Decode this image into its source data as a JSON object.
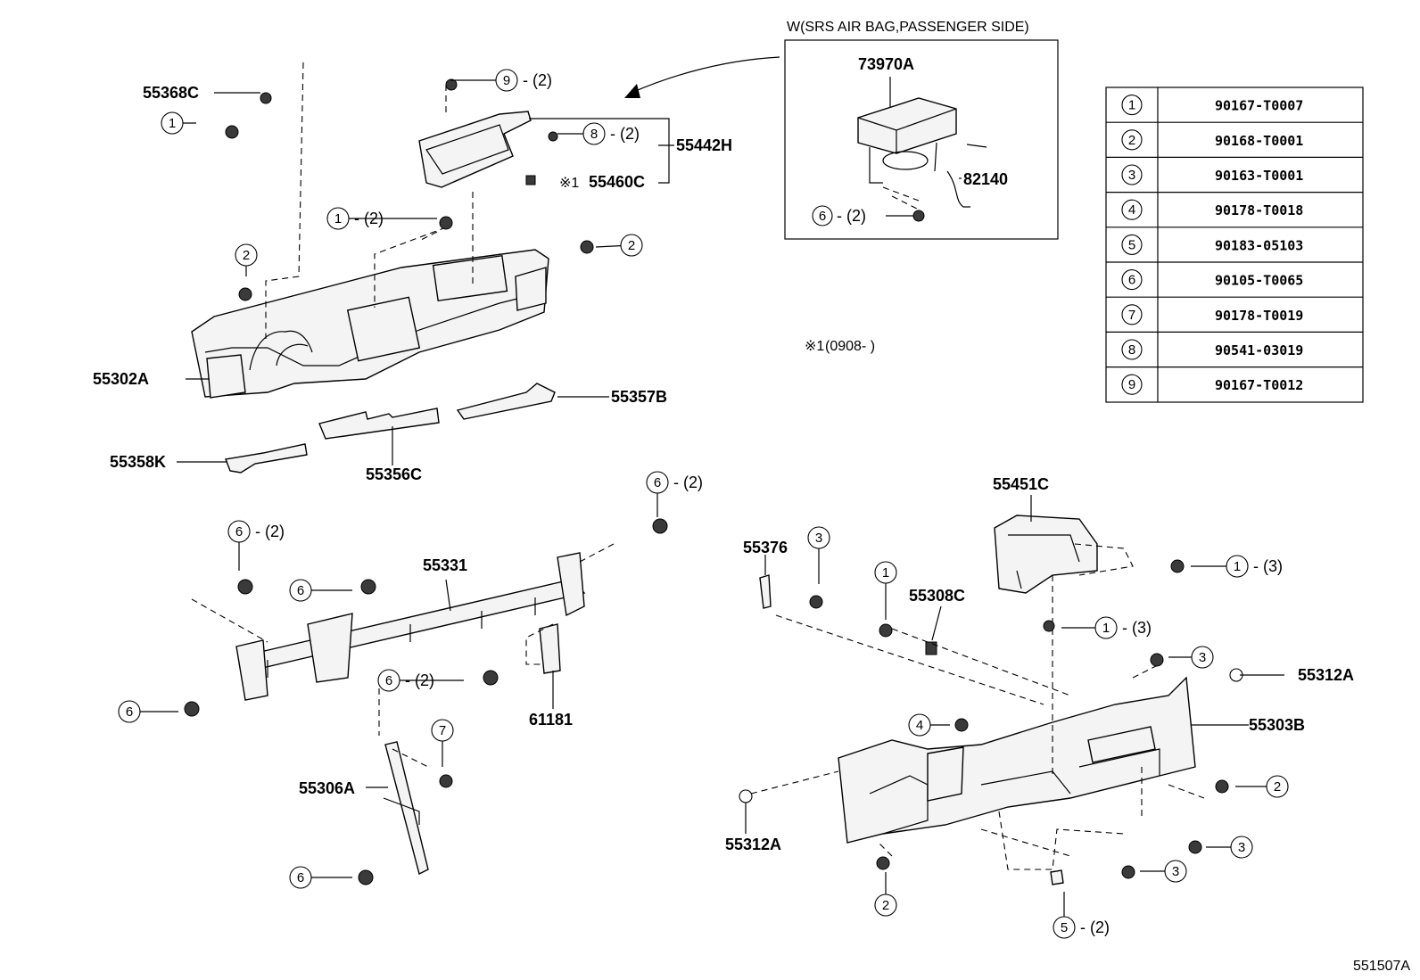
{
  "diagram_code": "551507A",
  "inset": {
    "title": "W(SRS AIR BAG,PASSENGER SIDE)",
    "parts": [
      "73970A",
      "82140"
    ],
    "callout": {
      "num": "6",
      "qty": "- (2)"
    }
  },
  "note": {
    "symbol": "※1",
    "text": "(0908-      )"
  },
  "legend": [
    {
      "num": "1",
      "part": "90167-T0007"
    },
    {
      "num": "2",
      "part": "90168-T0001"
    },
    {
      "num": "3",
      "part": "90163-T0001"
    },
    {
      "num": "4",
      "part": "90178-T0018"
    },
    {
      "num": "5",
      "part": "90183-05103"
    },
    {
      "num": "6",
      "part": "90105-T0065"
    },
    {
      "num": "7",
      "part": "90178-T0019"
    },
    {
      "num": "8",
      "part": "90541-03019"
    },
    {
      "num": "9",
      "part": "90167-T0012"
    }
  ],
  "part_labels": {
    "p55368C": "55368C",
    "p55442H": "55442H",
    "p55460C": "55460C",
    "mark_x1": "※1",
    "p55302A": "55302A",
    "p55357B": "55357B",
    "p55358K": "55358K",
    "p55356C": "55356C",
    "p55331": "55331",
    "p61181": "61181",
    "p55306A": "55306A",
    "p55451C": "55451C",
    "p55376": "55376",
    "p55308C": "55308C",
    "p55312A_right": "55312A",
    "p55303B": "55303B",
    "p55312A_left": "55312A"
  },
  "callouts": [
    {
      "id": "c1",
      "num": "1",
      "qty": ""
    },
    {
      "id": "c2",
      "num": "9",
      "qty": "- (2)"
    },
    {
      "id": "c3",
      "num": "8",
      "qty": "- (2)"
    },
    {
      "id": "c4",
      "num": "1",
      "qty": "- (2)"
    },
    {
      "id": "c5",
      "num": "2",
      "qty": ""
    },
    {
      "id": "c6",
      "num": "2",
      "qty": ""
    },
    {
      "id": "c7",
      "num": "6",
      "qty": "- (2)"
    },
    {
      "id": "c8",
      "num": "6",
      "qty": "- (2)"
    },
    {
      "id": "c9",
      "num": "6",
      "qty": ""
    },
    {
      "id": "c10",
      "num": "6",
      "qty": "- (2)"
    },
    {
      "id": "c11",
      "num": "6",
      "qty": ""
    },
    {
      "id": "c12",
      "num": "7",
      "qty": ""
    },
    {
      "id": "c13",
      "num": "6",
      "qty": ""
    },
    {
      "id": "c14",
      "num": "3",
      "qty": ""
    },
    {
      "id": "c15",
      "num": "1",
      "qty": ""
    },
    {
      "id": "c16",
      "num": "1",
      "qty": "- (3)"
    },
    {
      "id": "c17",
      "num": "1",
      "qty": "- (3)"
    },
    {
      "id": "c18",
      "num": "3",
      "qty": ""
    },
    {
      "id": "c19",
      "num": "4",
      "qty": ""
    },
    {
      "id": "c20",
      "num": "2",
      "qty": ""
    },
    {
      "id": "c21",
      "num": "3",
      "qty": ""
    },
    {
      "id": "c22",
      "num": "3",
      "qty": ""
    },
    {
      "id": "c23",
      "num": "2",
      "qty": ""
    },
    {
      "id": "c24",
      "num": "5",
      "qty": "- (2)"
    }
  ]
}
